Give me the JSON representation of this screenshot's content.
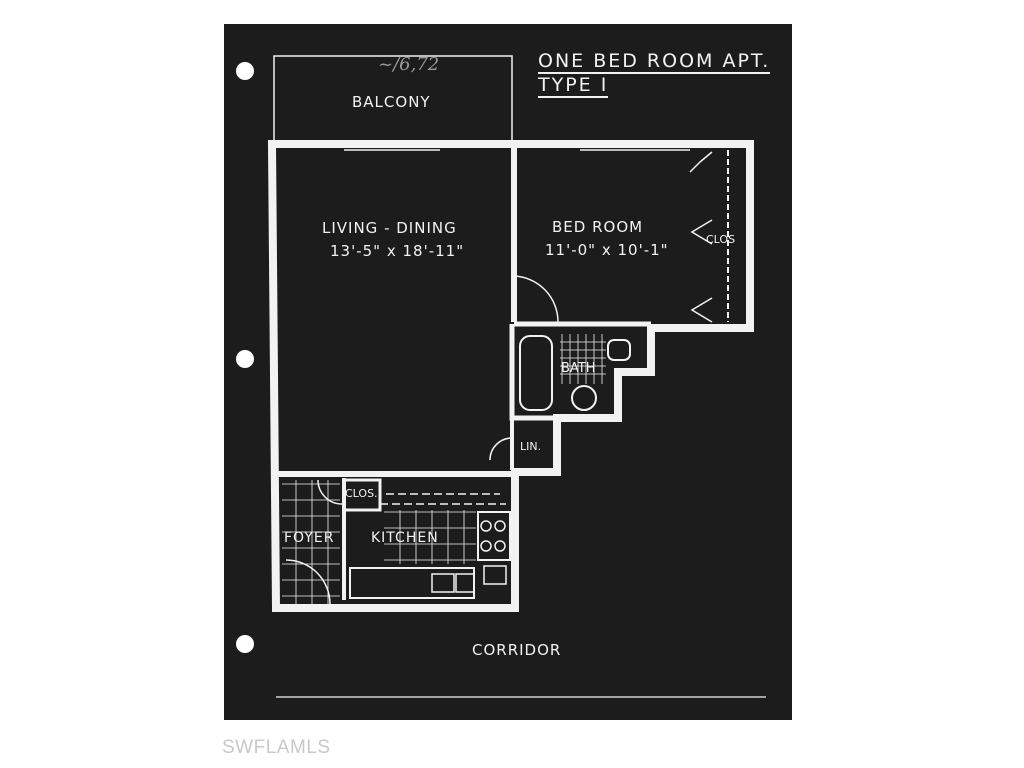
{
  "plan": {
    "title_line1": "ONE BED ROOM APT.",
    "title_line2": "TYPE  I",
    "handwriting": "~/6,72",
    "rooms": {
      "balcony": "BALCONY",
      "living_name": "LIVING - DINING",
      "living_size": "13'-5\" x 18'-11\"",
      "bedroom_name": "BED ROOM",
      "bedroom_size": "11'-0\" x 10'-1\"",
      "bedroom_closet": "CLOS",
      "bath": "BATH",
      "linen": "LIN.",
      "foyer_closet": "CLOS.",
      "foyer": "FOYER",
      "kitchen": "KITCHEN",
      "corridor": "CORRIDOR"
    }
  },
  "watermark": "SWFLAMLS",
  "colors": {
    "sheet": "#1c1c1c",
    "lines": "#f2f2f2",
    "page": "#ffffff"
  }
}
